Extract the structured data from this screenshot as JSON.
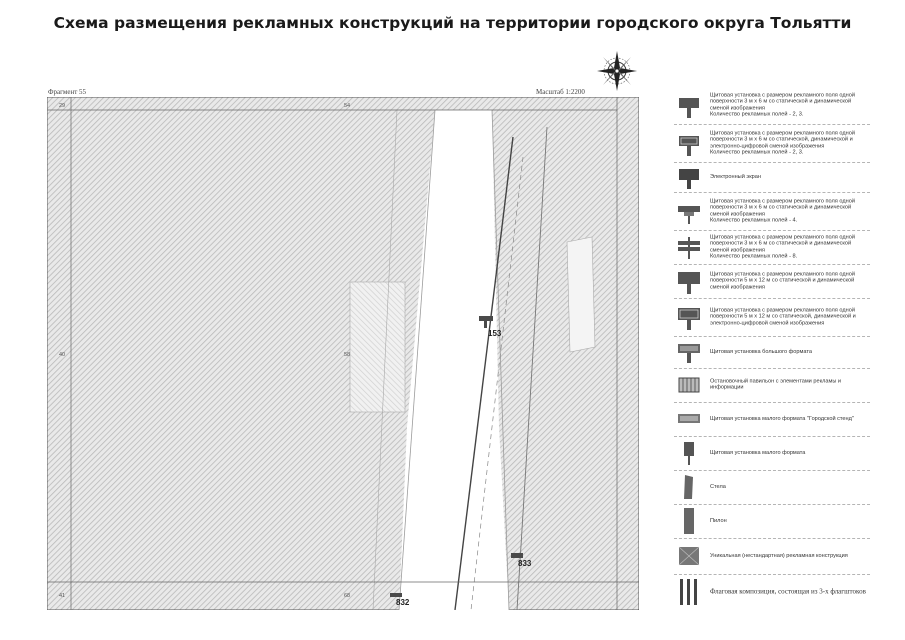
{
  "title": "Схема размещения рекламных конструкций на территории городского округа Тольятти",
  "fragment_label": "Фрагмент 55",
  "scale_label": "Масштаб 1:2200",
  "map": {
    "grid_labels": {
      "top_left": "29",
      "top_mid": "54",
      "mid_left": "40",
      "mid_mid": "58",
      "bottom_left": "41",
      "bottom_mid": "68"
    },
    "markers": [
      {
        "id": "153",
        "label": "153"
      },
      {
        "id": "833",
        "label": "833"
      },
      {
        "id": "832",
        "label": "832"
      }
    ],
    "colors": {
      "hatch": "#bdbdbd",
      "road": "#ffffff",
      "marker": "#4a4a4a"
    }
  },
  "legend": [
    {
      "icon": "billboard-icon",
      "text": "Щитовая установка с размером рекламного поля одной поверхности 3 м х 6 м со статической и динамической сменой изображения\nКоличество рекламных полей - 2, 3."
    },
    {
      "icon": "billboard-digital-icon",
      "text": "Щитовая установка с размером рекламного поля одной поверхности 3 м х 6 м со статической, динамической и электронно-цифровой сменой изображения\nКоличество рекламных полей - 2, 3."
    },
    {
      "icon": "electronic-screen-icon",
      "text": "Электронный экран"
    },
    {
      "icon": "billboard-4-fields-icon",
      "text": "Щитовая установка с размером рекламного поля одной поверхности 3 м х 6 м со статической и динамической сменой изображения\nКоличество рекламных полей - 4."
    },
    {
      "icon": "billboard-8-fields-icon",
      "text": "Щитовая установка с размером рекламного поля одной поверхности 3 м х 6 м со статической и динамической сменой изображения\nКоличество рекламных полей - 8."
    },
    {
      "icon": "billboard-5x12-icon",
      "text": "Щитовая установка с размером рекламного поля одной поверхности 5 м х 12 м со статической и динамической сменой изображения"
    },
    {
      "icon": "billboard-5x12-digital-icon",
      "text": "Щитовая установка с размером рекламного поля одной поверхности 5 м х 12 м со статической, динамической и электронно-цифровой сменой изображения"
    },
    {
      "icon": "large-format-icon",
      "text": "Щитовая установка большого формата"
    },
    {
      "icon": "pavilion-icon",
      "text": "Остановочный павильон с элементами рекламы и информации"
    },
    {
      "icon": "small-format-city-icon",
      "text": "Щитовая установка малого формата \"Городской стенд\""
    },
    {
      "icon": "small-format-icon",
      "text": "Щитовая установка малого формата"
    },
    {
      "icon": "stela-icon",
      "text": "Стела"
    },
    {
      "icon": "pylon-icon",
      "text": "Пилон"
    },
    {
      "icon": "unique-structure-icon",
      "text": "Уникальная (нестандартная) рекламная конструкция"
    },
    {
      "icon": "flag-composition-icon",
      "text": "Флаговая композиция, состоящая из 3-х флагштоков"
    }
  ]
}
